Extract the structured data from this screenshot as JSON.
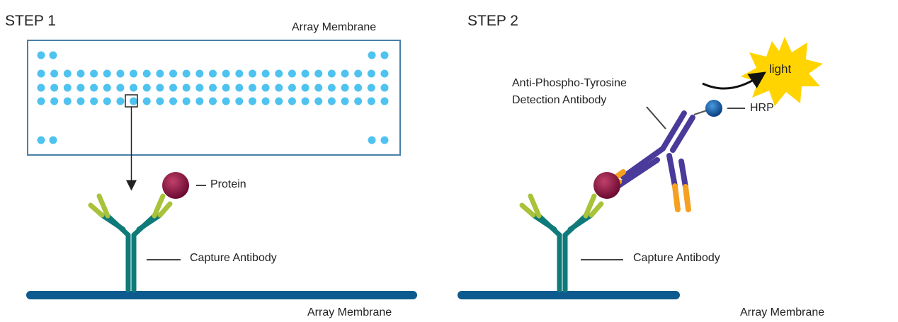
{
  "step1": {
    "title": "STEP 1",
    "membrane_label_top": "Array Membrane",
    "protein_label": "Protein",
    "capture_label": "Capture Antibody",
    "membrane_label_bottom": "Array Membrane"
  },
  "step2": {
    "title": "STEP 2",
    "detection_label_line1": "Anti-Phospho-Tyrosine",
    "detection_label_line2": "Detection Antibody",
    "hrp_label": "HRP",
    "light_label": "light",
    "capture_label": "Capture Antibody",
    "membrane_label_bottom": "Array Membrane"
  },
  "colors": {
    "dot": "#4fc3f0",
    "membrane_box": "#4a7fa8",
    "base_bar": "#0d5a8e",
    "antibody_teal": "#0f7a7a",
    "antibody_lime": "#a8c23a",
    "protein": "#8a1240",
    "detection_purple": "#4a3a9a",
    "detection_orange": "#f5a020",
    "hrp": "#1560b0",
    "light": "#ffd400"
  }
}
